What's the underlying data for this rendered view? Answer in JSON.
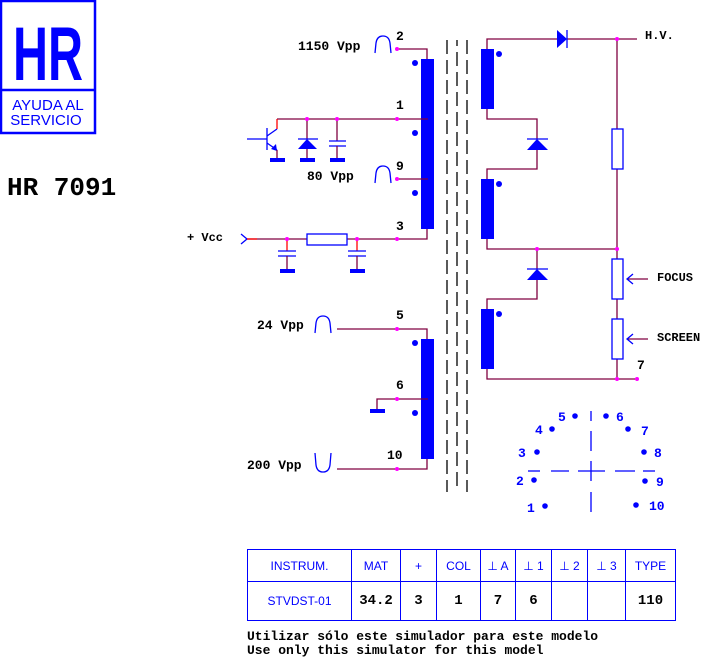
{
  "logo": {
    "letters": "HR",
    "line1": "AYUDA AL",
    "line2": "SERVICIO"
  },
  "model": "HR 7091",
  "primary": {
    "pin2": "2",
    "pin2_signal": "1150 Vpp",
    "pin1": "1",
    "pin9": "9",
    "pin9_signal": "80 Vpp",
    "pin3": "3",
    "vcc": "+ Vcc"
  },
  "secondary": {
    "pin5": "5",
    "pin5_signal": "24 Vpp",
    "pin6": "6",
    "pin10": "10",
    "pin10_signal": "200 Vpp"
  },
  "hv_side": {
    "hv": "H.V.",
    "focus": "FOCUS",
    "screen": "SCREEN",
    "pin7": "7"
  },
  "pinout": [
    "1",
    "2",
    "3",
    "4",
    "5",
    "6",
    "7",
    "8",
    "9",
    "10"
  ],
  "table": {
    "headers": [
      "INSTRUM.",
      "MAT",
      "+",
      "COL",
      "⊥ A",
      "⊥ 1",
      "⊥ 2",
      "⊥ 3",
      "TYPE"
    ],
    "values": [
      "STVDST-01",
      "34.2",
      "3",
      "1",
      "7",
      "6",
      "",
      "",
      "110"
    ]
  },
  "footer": {
    "es": "Utilizar sólo este simulador para este modelo",
    "en": "Use only this simulator for this model"
  },
  "colors": {
    "component": "#0000ff",
    "wire": "#800040",
    "junction": "#ff00ff"
  }
}
